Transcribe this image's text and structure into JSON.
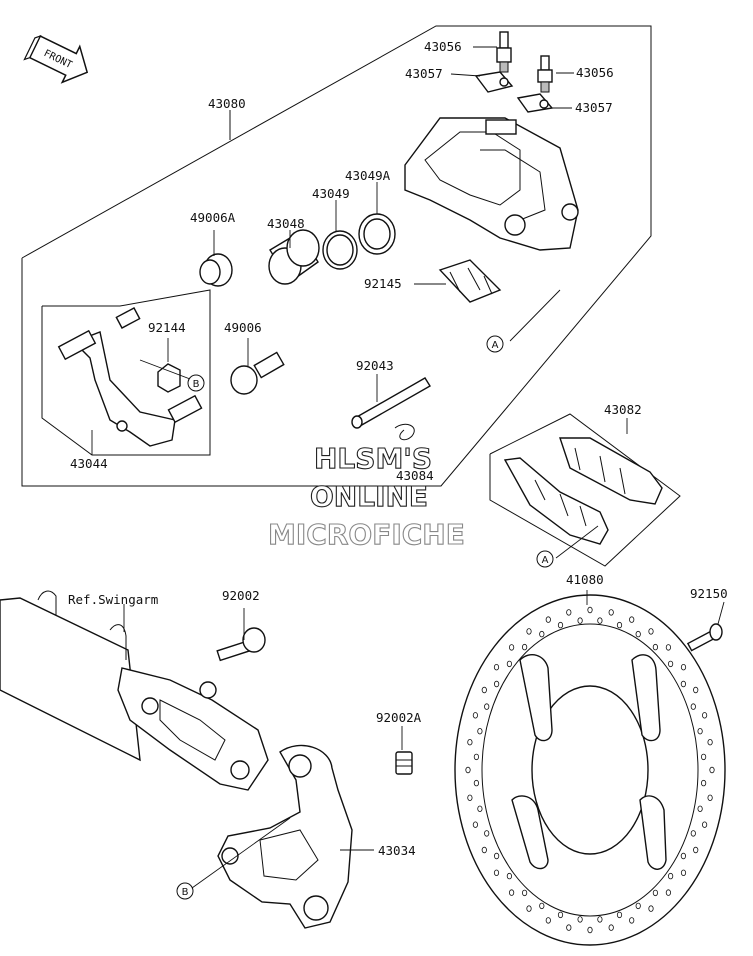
{
  "labels": {
    "p43056a": "43056",
    "p43056b": "43056",
    "p43057a": "43057",
    "p43057b": "43057",
    "p43080": "43080",
    "p43049A": "43049A",
    "p43049": "43049",
    "p43048": "43048",
    "p49006A": "49006A",
    "p92145": "92145",
    "p92144": "92144",
    "p49006": "49006",
    "p92043": "92043",
    "p43044": "43044",
    "p43084": "43084",
    "p43082": "43082",
    "p41080": "41080",
    "p92150": "92150",
    "p92002": "92002",
    "p92002A": "92002A",
    "p43034": "43034",
    "ref_swingarm": "Ref.Swingarm"
  },
  "callouts": {
    "A1": "A",
    "A2": "A",
    "B1": "B",
    "B2": "B"
  },
  "front_arrow": "FRONT",
  "watermark": {
    "line1": "HLSM'S",
    "line2": "ONLINE",
    "line3": "MICROFICHE"
  },
  "icons": [
    "front-direction-arrow"
  ]
}
